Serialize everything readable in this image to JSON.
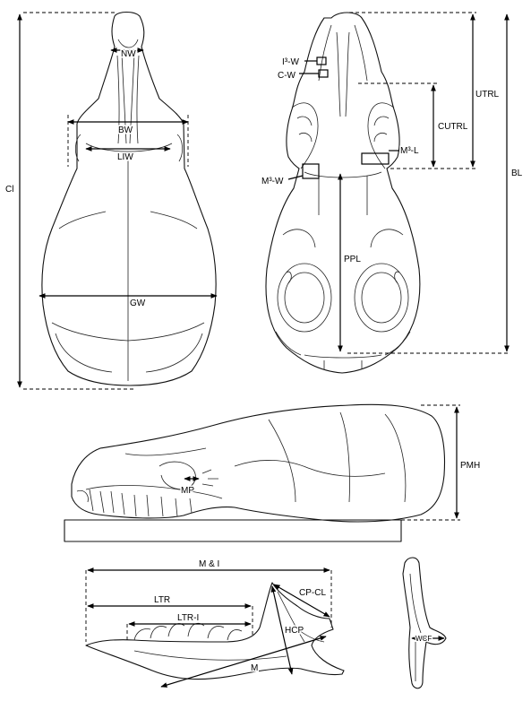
{
  "labels": {
    "nw": "NW",
    "bw": "BW",
    "liw": "LIW",
    "gw": "GW",
    "cl": "Cl",
    "i3w": "I³-W",
    "cw": "C-W",
    "utrl": "UTRL",
    "cutrl": "CUTRL",
    "bl": "BL",
    "m3l": "M³-L",
    "m3w": "M³-W",
    "ppl": "PPL",
    "pmh": "PMH",
    "mp": "MP",
    "mi": "M & I",
    "ltr": "LTR",
    "ltri": "LTR-I",
    "cpcl": "CP-CL",
    "hcp": "HCP",
    "m": "M",
    "wcf": "WCF"
  }
}
